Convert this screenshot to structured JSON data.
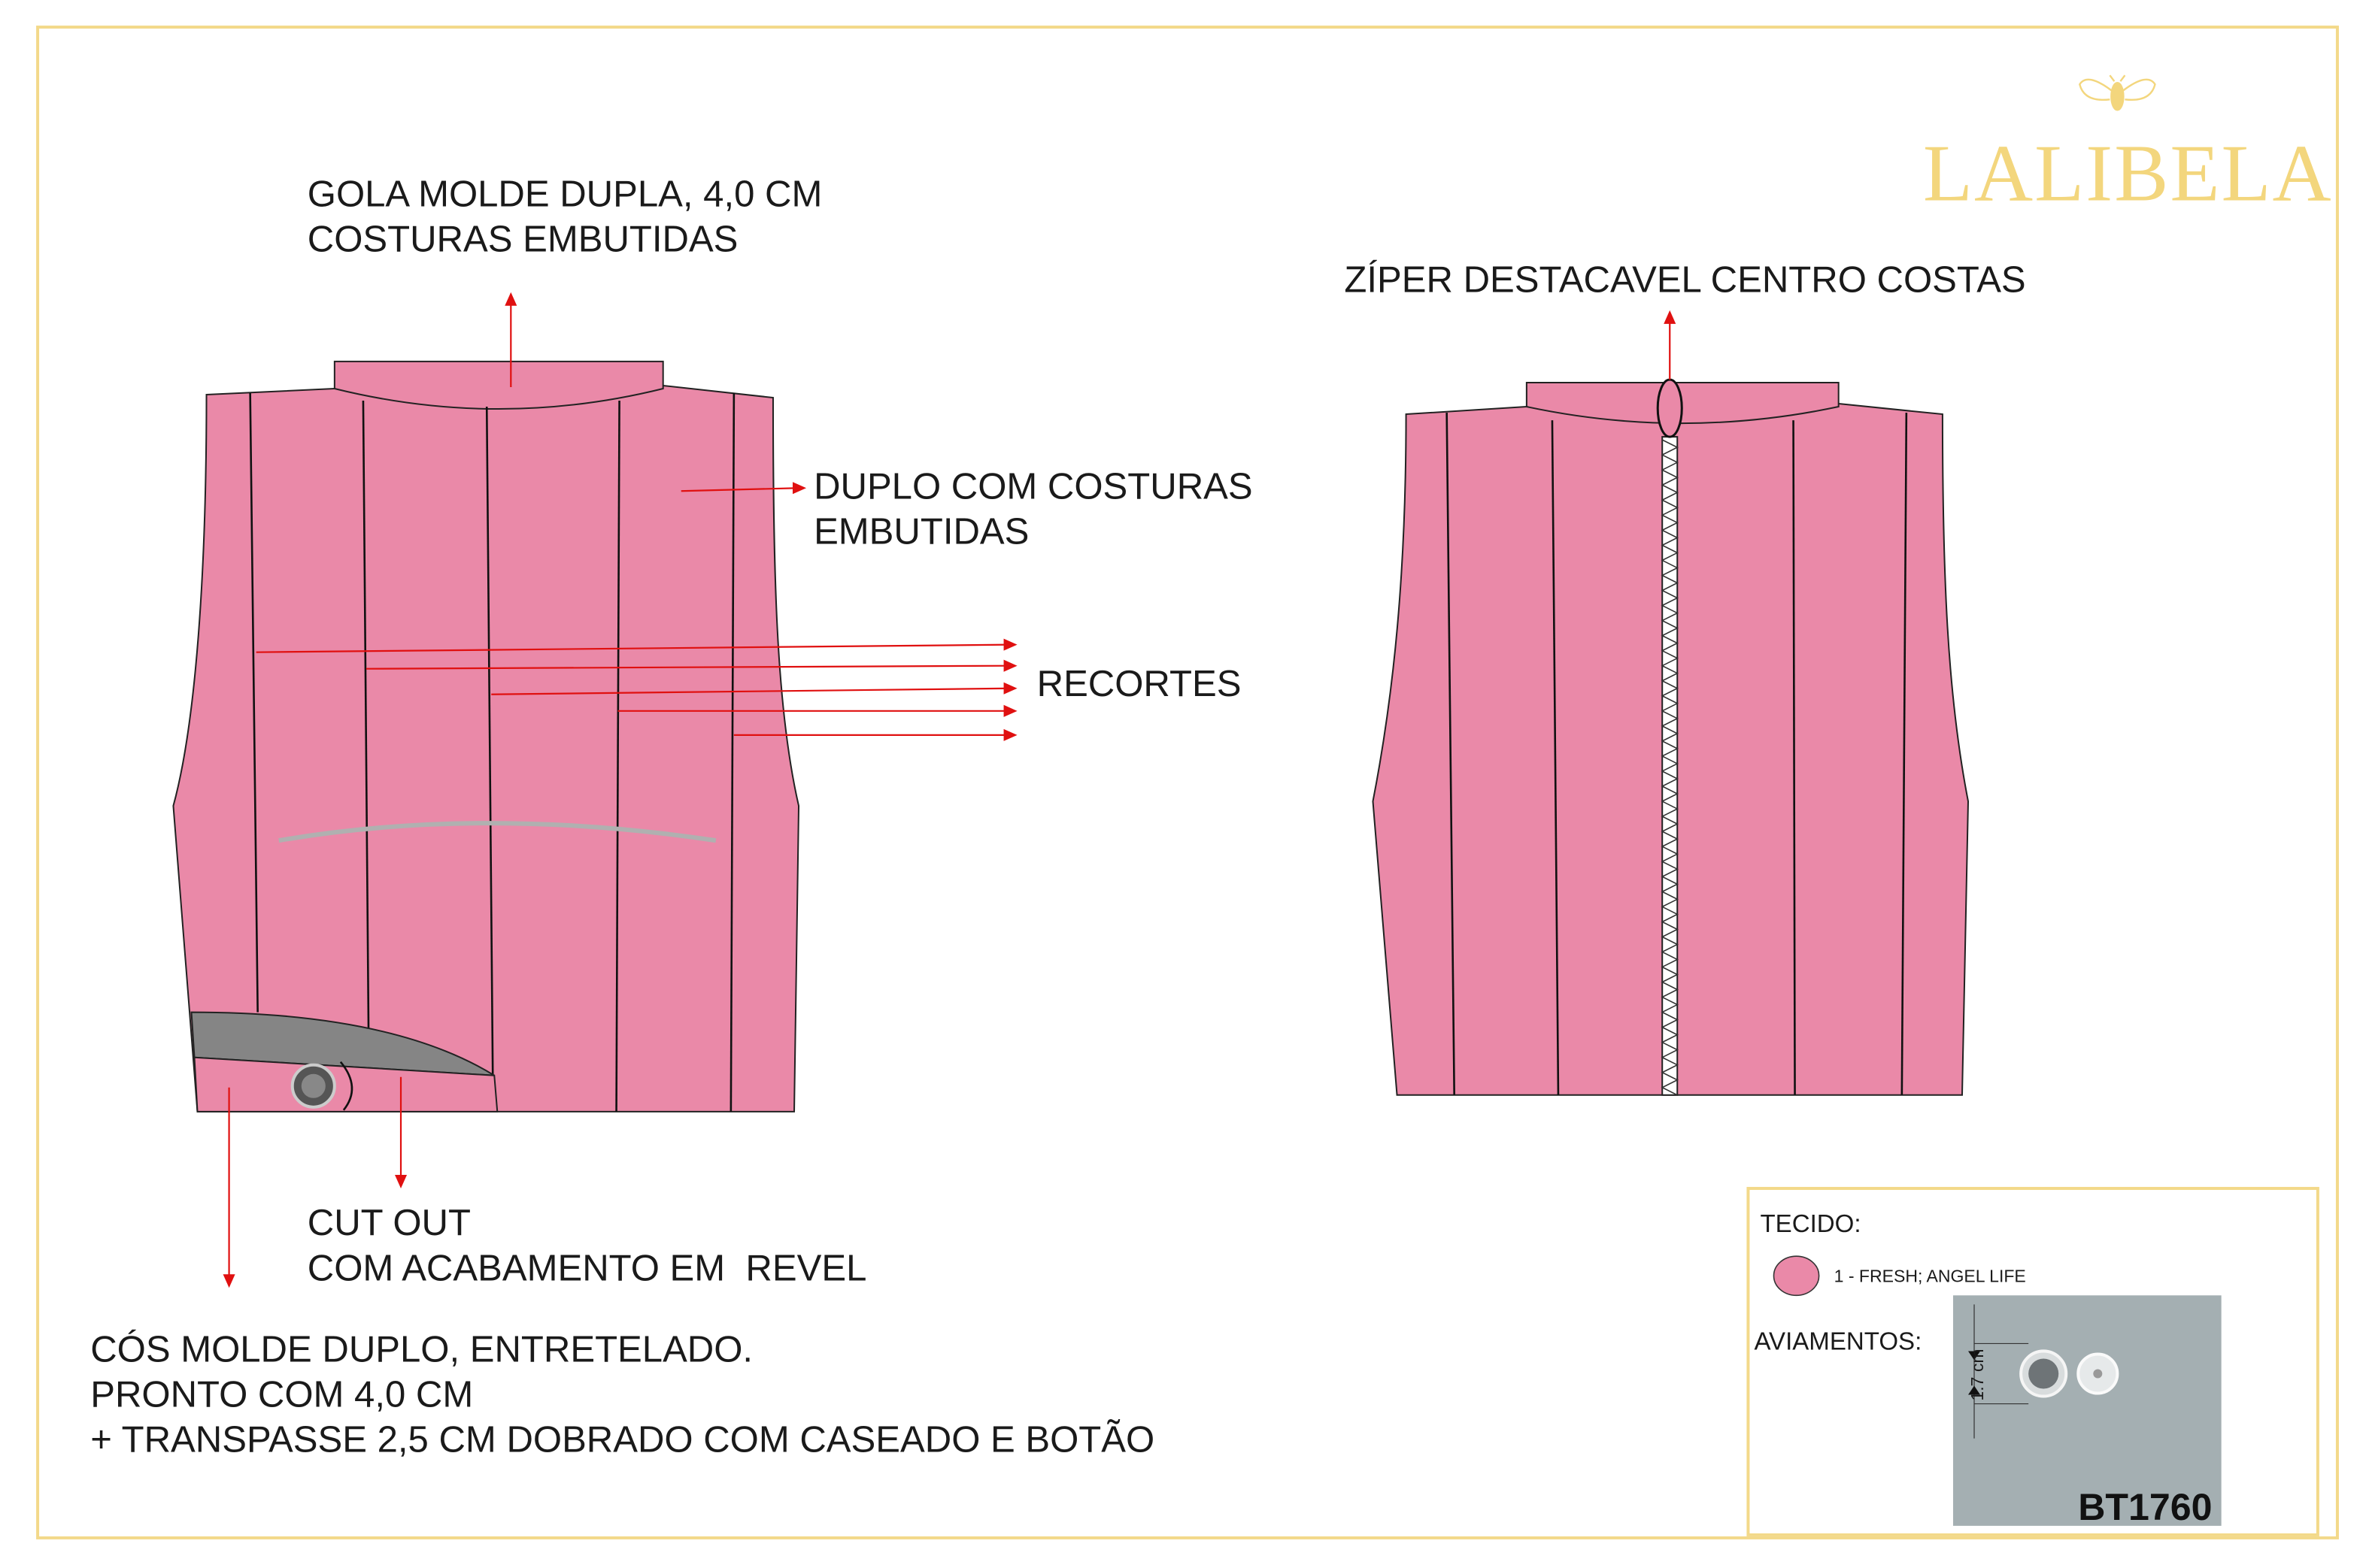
{
  "brand": {
    "name": "LALIBELA",
    "logo_icon": "bee-icon",
    "color": "#f3d67d"
  },
  "colors": {
    "fabric": "#ea89a8",
    "arrow": "#e01010",
    "frame": "#f3d98a",
    "cutout": "#858585"
  },
  "front_view": {
    "annotations": {
      "collar": [
        "GOLA MOLDE DUPLA, 4,0 CM",
        "COSTURAS EMBUTIDAS"
      ],
      "double": [
        "DUPLO COM COSTURAS",
        "EMBUTIDAS"
      ],
      "seams": "RECORTES",
      "cutout": [
        "CUT OUT",
        "COM ACABAMENTO EM  REVEL"
      ],
      "waistband": [
        "CÓS MOLDE DUPLO, ENTRETELADO.",
        "PRONTO COM 4,0 CM",
        "+ TRANSPASSE 2,5 CM DOBRADO COM CASEADO E BOTÃO"
      ]
    }
  },
  "back_view": {
    "annotations": {
      "zipper": "ZÍPER DESTACAVEL CENTRO COSTAS"
    }
  },
  "spec_box": {
    "fabric_label": "TECIDO:",
    "fabrics": [
      {
        "name": "1 - FRESH; ANGEL LIFE",
        "swatch": "#ea89a8"
      }
    ],
    "trims_label": "AVIAMENTOS:",
    "trim": {
      "measure": "1.7 cm",
      "code": "BT1760"
    }
  }
}
